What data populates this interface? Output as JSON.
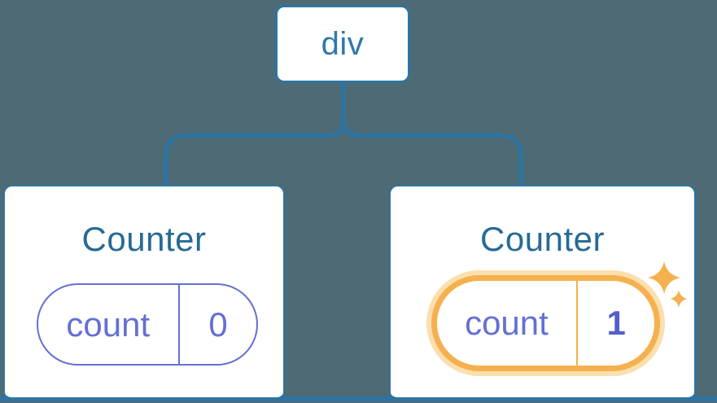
{
  "palette": {
    "background": "#4e6a75",
    "line_blue": "#2e74a3",
    "root_text_blue": "#2f79ac",
    "heading_blue": "#266b94",
    "state_purple": "#6470d4",
    "state_value_purple": "#5360cb",
    "highlight_orange": "#f5b04f",
    "highlight_glow": "#fbdfae",
    "card_bg": "#ffffff"
  },
  "tree": {
    "root": {
      "label": "div"
    },
    "children": [
      {
        "title": "Counter",
        "state_key": "count",
        "state_value": "0",
        "highlighted": false
      },
      {
        "title": "Counter",
        "state_key": "count",
        "state_value": "1",
        "highlighted": true
      }
    ]
  },
  "icons": {
    "sparkles": "sparkles-icon (fresh state indicator)"
  }
}
